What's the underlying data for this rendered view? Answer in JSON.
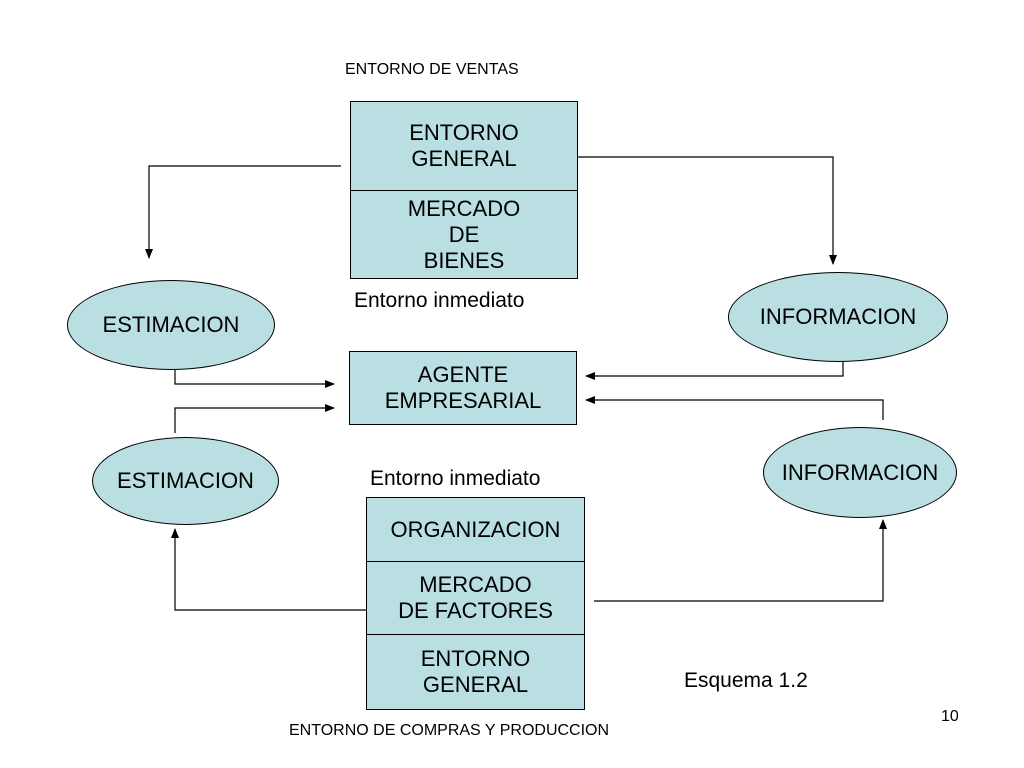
{
  "colors": {
    "shape_fill": "#b9dfe3",
    "outline": "#000000",
    "background": "#ffffff"
  },
  "labels": {
    "sales_environment": "ENTORNO DE VENTAS",
    "purchases_environment": "ENTORNO DE COMPRAS Y PRODUCCION",
    "immediate_top": "Entorno inmediato",
    "immediate_bottom": "Entorno inmediato",
    "scheme": "Esquema 1.2",
    "page_number": "10"
  },
  "top_stack": {
    "general": "ENTORNO\nGENERAL",
    "goods_market": "MERCADO\nDE\nBIENES"
  },
  "agent": "AGENTE\nEMPRESARIAL",
  "bottom_stack": {
    "organization": "ORGANIZACION",
    "factor_market": "MERCADO\nDE FACTORES",
    "general": "ENTORNO\nGENERAL"
  },
  "ellipses": {
    "estimation_top": "ESTIMACION",
    "estimation_bottom": "ESTIMACION",
    "information_top": "INFORMACION",
    "information_bottom": "INFORMACION"
  }
}
